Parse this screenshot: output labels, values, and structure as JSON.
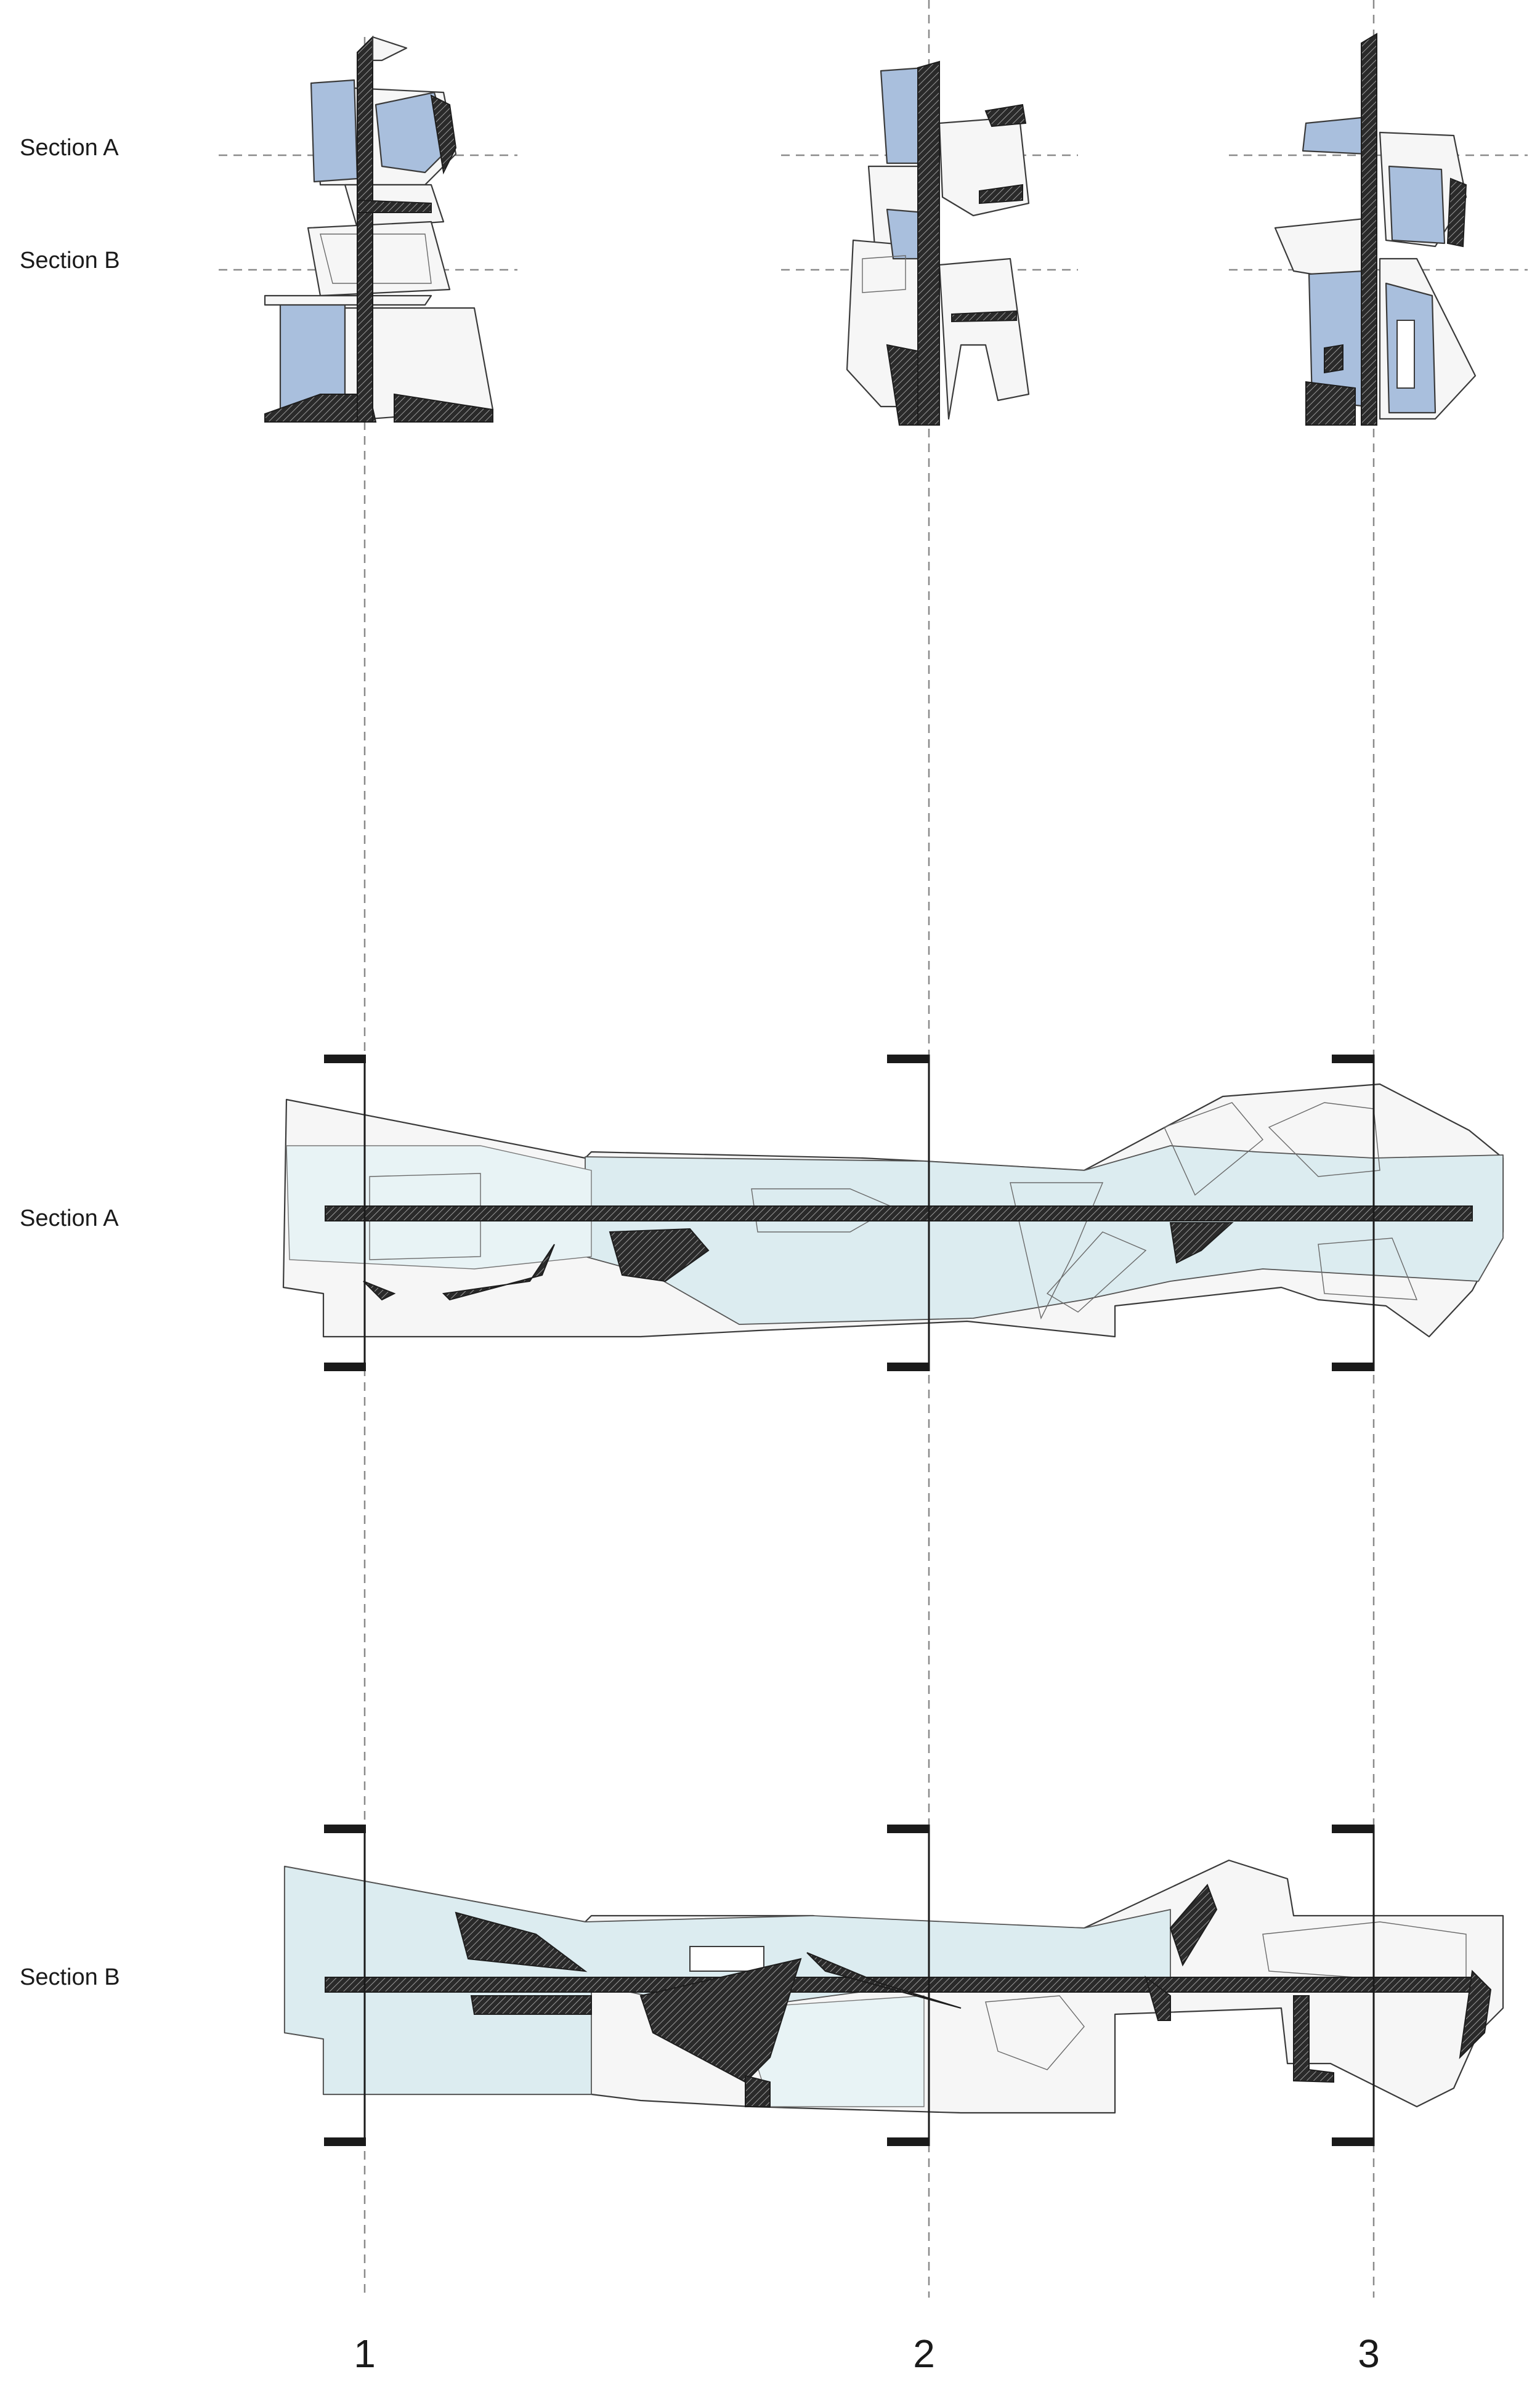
{
  "diagram": {
    "row_labels": {
      "elevation_section_a": "Section A",
      "elevation_section_b": "Section B",
      "plan_section_a": "Section A",
      "plan_section_b": "Section B"
    },
    "axis_numbers": [
      "1",
      "2",
      "3"
    ],
    "colors": {
      "glazing_blue": "#a9bfdd",
      "glass_cyan": "#dcecf0",
      "hatch_dark": "#1d1d1d",
      "outline": "#3a3a3a",
      "guide_gray": "#8a8a8a"
    }
  }
}
